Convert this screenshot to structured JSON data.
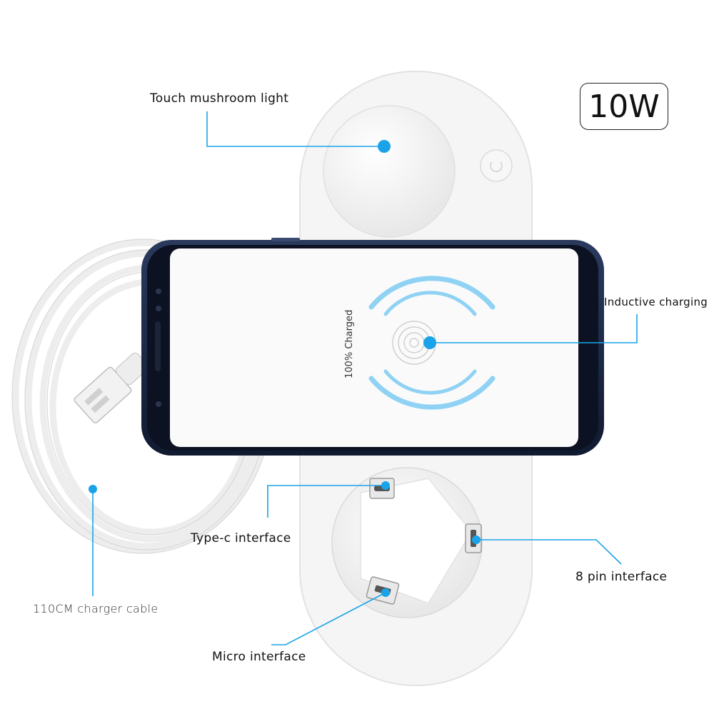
{
  "badge": {
    "power": "10W"
  },
  "callouts": {
    "mushroom_light": "Touch mushroom light",
    "inductive_charging": "Inductive charging",
    "type_c": "Type-c interface",
    "eight_pin": "8 pin interface",
    "micro": "Micro interface",
    "cable": "110CM charger cable"
  },
  "phone_screen": {
    "status": "100% Charged"
  },
  "colors": {
    "accent": "#1aa3e8",
    "device": "#f4f4f4",
    "phone_body": "#1c2a4a"
  }
}
